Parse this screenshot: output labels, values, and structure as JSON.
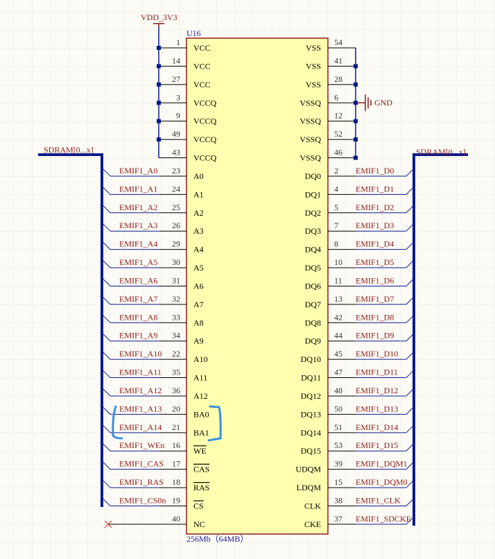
{
  "colors": {
    "bg": "#fcfbf5",
    "grid": "#e8e8e0",
    "chip_fill": "#ffffb0",
    "chip_border": "#8b1a1a",
    "wire": "#0a1a8c",
    "bus": "#0a1a8c",
    "pin": "#000000",
    "net": "#8b1a1a",
    "designator": "#1a1aa0",
    "annot": "#3a8fe0"
  },
  "component": {
    "designator": "U16",
    "comment": "256Mb（64MB）"
  },
  "power": {
    "vdd_label": "VDD_3V3",
    "gnd_label": "GND"
  },
  "buses": {
    "left_label": "SDRAM[0...x]",
    "right_label": "SDRAM[0...x]"
  },
  "left_pins": [
    {
      "num": "1",
      "name": "VCC",
      "net": "",
      "type": "vdd"
    },
    {
      "num": "14",
      "name": "VCC",
      "net": "",
      "type": "vdd"
    },
    {
      "num": "27",
      "name": "VCC",
      "net": "",
      "type": "vdd"
    },
    {
      "num": "3",
      "name": "VCCQ",
      "net": "",
      "type": "vdd"
    },
    {
      "num": "9",
      "name": "VCCQ",
      "net": "",
      "type": "vdd"
    },
    {
      "num": "49",
      "name": "VCCQ",
      "net": "",
      "type": "vdd"
    },
    {
      "num": "43",
      "name": "VCCQ",
      "net": "",
      "type": "vdd"
    },
    {
      "num": "23",
      "name": "A0",
      "net": "EMIF1_A0",
      "type": "sig"
    },
    {
      "num": "24",
      "name": "A1",
      "net": "EMIF1_A1",
      "type": "sig"
    },
    {
      "num": "25",
      "name": "A2",
      "net": "EMIF1_A2",
      "type": "sig"
    },
    {
      "num": "26",
      "name": "A3",
      "net": "EMIF1_A3",
      "type": "sig"
    },
    {
      "num": "29",
      "name": "A4",
      "net": "EMIF1_A4",
      "type": "sig"
    },
    {
      "num": "30",
      "name": "A5",
      "net": "EMIF1_A5",
      "type": "sig"
    },
    {
      "num": "31",
      "name": "A6",
      "net": "EMIF1_A6",
      "type": "sig"
    },
    {
      "num": "32",
      "name": "A7",
      "net": "EMIF1_A7",
      "type": "sig"
    },
    {
      "num": "33",
      "name": "A8",
      "net": "EMIF1_A8",
      "type": "sig"
    },
    {
      "num": "34",
      "name": "A9",
      "net": "EMIF1_A9",
      "type": "sig"
    },
    {
      "num": "22",
      "name": "A10",
      "net": "EMIF1_A10",
      "type": "sig"
    },
    {
      "num": "35",
      "name": "A11",
      "net": "EMIF1_A11",
      "type": "sig"
    },
    {
      "num": "36",
      "name": "A12",
      "net": "EMIF1_A12",
      "type": "sig"
    },
    {
      "num": "20",
      "name": "BA0",
      "net": "EMIF1_A13",
      "type": "sig"
    },
    {
      "num": "21",
      "name": "BA1",
      "net": "EMIF1_A14",
      "type": "sig"
    },
    {
      "num": "16",
      "name": "WE",
      "net": "EMIF1_WEn",
      "type": "sig",
      "bar": true
    },
    {
      "num": "17",
      "name": "CAS",
      "net": "EMIF1_CAS",
      "type": "sig",
      "bar": true
    },
    {
      "num": "18",
      "name": "RAS",
      "net": "EMIF1_RAS",
      "type": "sig",
      "bar": true
    },
    {
      "num": "19",
      "name": "CS",
      "net": "EMIF1_CS0n",
      "type": "sig",
      "bar": true
    },
    {
      "num": "40",
      "name": "NC",
      "net": "",
      "type": "nc"
    }
  ],
  "right_pins": [
    {
      "num": "54",
      "name": "VSS",
      "net": "",
      "type": "gnd"
    },
    {
      "num": "41",
      "name": "VSS",
      "net": "",
      "type": "gnd"
    },
    {
      "num": "28",
      "name": "VSS",
      "net": "",
      "type": "gnd"
    },
    {
      "num": "6",
      "name": "VSSQ",
      "net": "",
      "type": "gnd"
    },
    {
      "num": "12",
      "name": "VSSQ",
      "net": "",
      "type": "gnd"
    },
    {
      "num": "52",
      "name": "VSSQ",
      "net": "",
      "type": "gnd"
    },
    {
      "num": "46",
      "name": "VSSQ",
      "net": "",
      "type": "gnd"
    },
    {
      "num": "2",
      "name": "DQ0",
      "net": "EMIF1_D0",
      "type": "sig"
    },
    {
      "num": "4",
      "name": "DQ1",
      "net": "EMIF1_D1",
      "type": "sig"
    },
    {
      "num": "5",
      "name": "DQ2",
      "net": "EMIF1_D2",
      "type": "sig"
    },
    {
      "num": "7",
      "name": "DQ3",
      "net": "EMIF1_D3",
      "type": "sig"
    },
    {
      "num": "8",
      "name": "DQ4",
      "net": "EMIF1_D4",
      "type": "sig"
    },
    {
      "num": "10",
      "name": "DQ5",
      "net": "EMIF1_D5",
      "type": "sig"
    },
    {
      "num": "11",
      "name": "DQ6",
      "net": "EMIF1_D6",
      "type": "sig"
    },
    {
      "num": "13",
      "name": "DQ7",
      "net": "EMIF1_D7",
      "type": "sig"
    },
    {
      "num": "42",
      "name": "DQ8",
      "net": "EMIF1_D8",
      "type": "sig"
    },
    {
      "num": "44",
      "name": "DQ9",
      "net": "EMIF1_D9",
      "type": "sig"
    },
    {
      "num": "45",
      "name": "DQ10",
      "net": "EMIF1_D10",
      "type": "sig"
    },
    {
      "num": "47",
      "name": "DQ11",
      "net": "EMIF1_D11",
      "type": "sig"
    },
    {
      "num": "48",
      "name": "DQ12",
      "net": "EMIF1_D12",
      "type": "sig"
    },
    {
      "num": "50",
      "name": "DQ13",
      "net": "EMIF1_D13",
      "type": "sig"
    },
    {
      "num": "51",
      "name": "DQ14",
      "net": "EMIF1_D14",
      "type": "sig"
    },
    {
      "num": "53",
      "name": "DQ15",
      "net": "EMIF1_D15",
      "type": "sig"
    },
    {
      "num": "39",
      "name": "UDQM",
      "net": "EMIF1_DQM1",
      "type": "sig"
    },
    {
      "num": "15",
      "name": "LDQM",
      "net": "EMIF1_DQM0",
      "type": "sig"
    },
    {
      "num": "38",
      "name": "CLK",
      "net": "EMIF1_CLK",
      "type": "sig"
    },
    {
      "num": "37",
      "name": "CKE",
      "net": "EMIF1_SDCKE",
      "type": "sig"
    }
  ]
}
